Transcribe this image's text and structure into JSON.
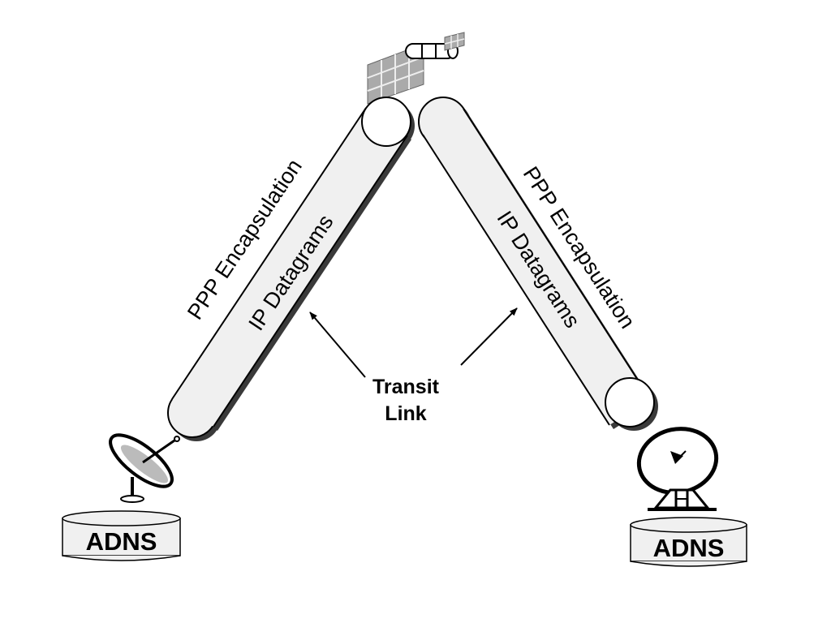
{
  "diagram": {
    "left_tube": {
      "outer_label": "PPP Encapsulation",
      "inner_label": "IP Datagrams"
    },
    "right_tube": {
      "outer_label": "PPP Encapsulation",
      "inner_label": "IP Datagrams"
    },
    "transit_label": {
      "line1": "Transit",
      "line2": "Link"
    },
    "left_station_label": "ADNS",
    "right_station_label": "ADNS",
    "icons": [
      "satellite-icon",
      "satellite-dish-icon",
      "radar-dish-icon"
    ]
  }
}
